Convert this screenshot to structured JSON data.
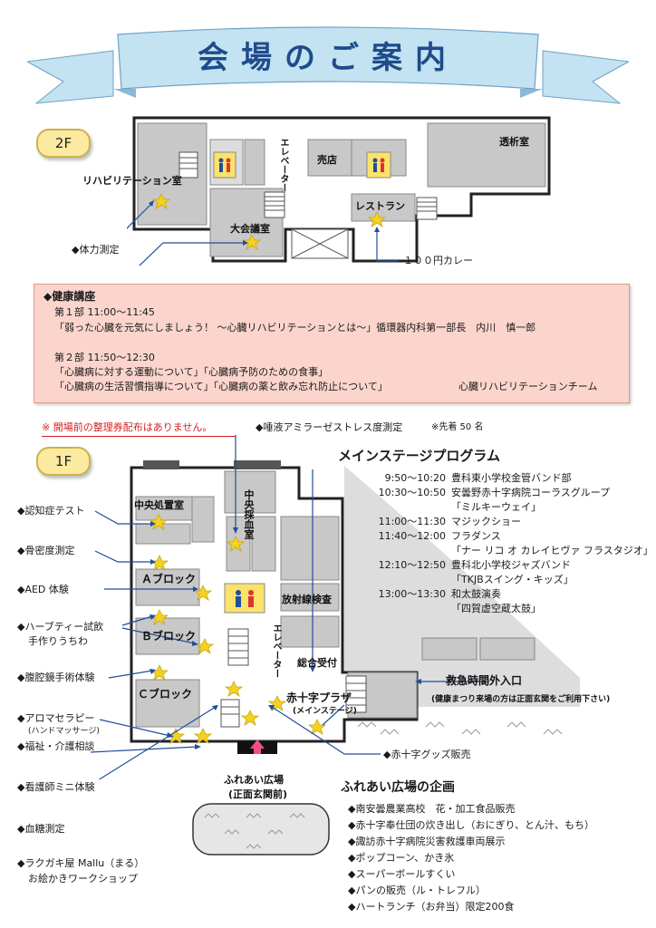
{
  "title": "会場のご案内",
  "floor2": {
    "badge": "2F",
    "rooms": {
      "rehab": "リハビリテーション室",
      "meeting": "大会議室",
      "elevator": "エレベーター",
      "shop": "売店",
      "restaurant": "レストラン",
      "dialysis": "透析室"
    },
    "callouts": {
      "body_measure": "◆体力測定",
      "curry": "１００円カレー"
    }
  },
  "lecture": {
    "heading": "◆健康講座",
    "part1_time": "第１部  11:00～11:45",
    "part1_title": "「弱った心臓を元気にしましょう！ ～心臓リハビリテーションとは～」循環器内科第一部長　内川　慎一郎",
    "part2_time": "第２部  11:50～12:30",
    "part2_line1": "「心臓病に対する運動について」「心臓病予防のための食事」",
    "part2_line2": "「心臓病の生活習慣指導について」「心臓病の薬と飲み忘れ防止について」",
    "part2_team": "心臓リハビリテーションチーム"
  },
  "notice": "※  開場前の整理券配布はありません。",
  "saliva": "◆唾液アミラーゼストレス度測定",
  "saliva_note": "※先着 50 名",
  "floor1": {
    "badge": "1F",
    "rooms": {
      "central": "中央処置室",
      "blood": "中央採血室",
      "block_a": "Ａブロック",
      "block_b": "Ｂブロック",
      "block_c": "Ｃブロック",
      "radiology": "放射線検査",
      "elevator": "エレベーター",
      "reception": "総合受付",
      "plaza": "赤十字プラザ",
      "main_stage": "(メインステージ)",
      "emergency": "救急時間外入口",
      "emergency_note": "(健康まつり来場の方は正面玄関をご利用下さい)",
      "fureai": "ふれあい広場",
      "front": "(正面玄関前)"
    },
    "left_items": [
      "◆認知症テスト",
      "◆骨密度測定",
      "◆AED 体験",
      "◆ハーブティー試飲",
      "手作りうちわ",
      "◆腹腔鏡手術体験",
      "◆アロマセラピー",
      "(ハンドマッサージ)",
      "◆福祉・介護相談",
      "◆看護師ミニ体験",
      "◆血糖測定",
      "◆ラクガキ屋 Mallu（まる）",
      "お絵かきワークショップ"
    ],
    "goods": "◆赤十字グッズ販売"
  },
  "program": {
    "heading": "メインステージプログラム",
    "rows": [
      {
        "time": "9:50～10:20",
        "text": "豊科東小学校金管バンド部"
      },
      {
        "time": "10:30～10:50",
        "text": "安曇野赤十字病院コーラスグループ"
      },
      {
        "time": "",
        "text": "「ミルキーウェイ」"
      },
      {
        "time": "11:00～11:30",
        "text": "マジックショー"
      },
      {
        "time": "11:40～12:00",
        "text": "フラダンス"
      },
      {
        "time": "",
        "text": "「ナー リコ オ カレイヒヴァ フラスタジオ」"
      },
      {
        "time": "12:10～12:50",
        "text": "豊科北小学校ジャズバンド"
      },
      {
        "time": "",
        "text": "「TKJBスイング・キッズ」"
      },
      {
        "time": "13:00～13:30",
        "text": "和太鼓演奏"
      },
      {
        "time": "",
        "text": "「四賀虚空蔵太鼓」"
      }
    ]
  },
  "plaza_plan": {
    "heading": "ふれあい広場の企画",
    "items": [
      "◆南安曇農業高校　花・加工食品販売",
      "◆赤十字奉仕団の炊き出し（おにぎり、とん汁、もち）",
      "◆諏訪赤十字病院災害救護車両展示",
      "◆ポップコーン、かき氷",
      "◆スーパーボールすくい",
      "◆パンの販売（ル・トレフル）",
      "◆ハートランチ（お弁当）限定200食"
    ]
  },
  "colors": {
    "banner": "#c3e2f2",
    "banner_text": "#1e4c8a",
    "lecture_bg": "#fbd5cc",
    "badge_bg": "#fbeaa0",
    "room_gray": "#c8c8c8",
    "arrow_blue": "#1f4f9a",
    "star": "#f5d21f"
  }
}
